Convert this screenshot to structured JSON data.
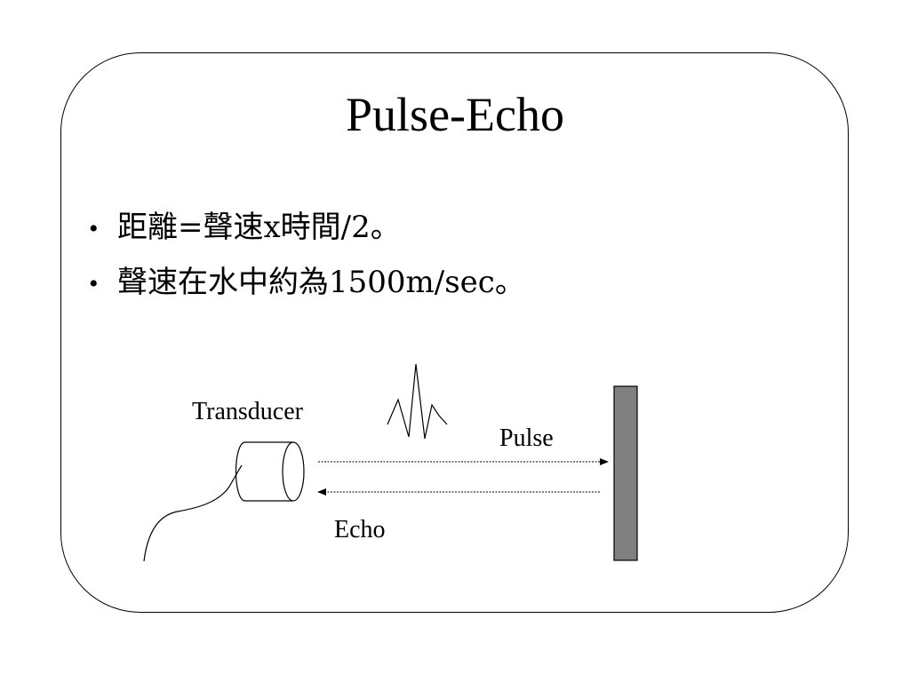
{
  "slide": {
    "title": "Pulse-Echo",
    "bullets": [
      {
        "marker": "•",
        "text": "距離=聲速x時間/2。"
      },
      {
        "marker": "•",
        "text": "聲速在水中約為1500m/sec。"
      }
    ]
  },
  "diagram": {
    "transducer_label": "Transducer",
    "pulse_label": "Pulse",
    "echo_label": "Echo",
    "reflector_color": "#808080"
  }
}
